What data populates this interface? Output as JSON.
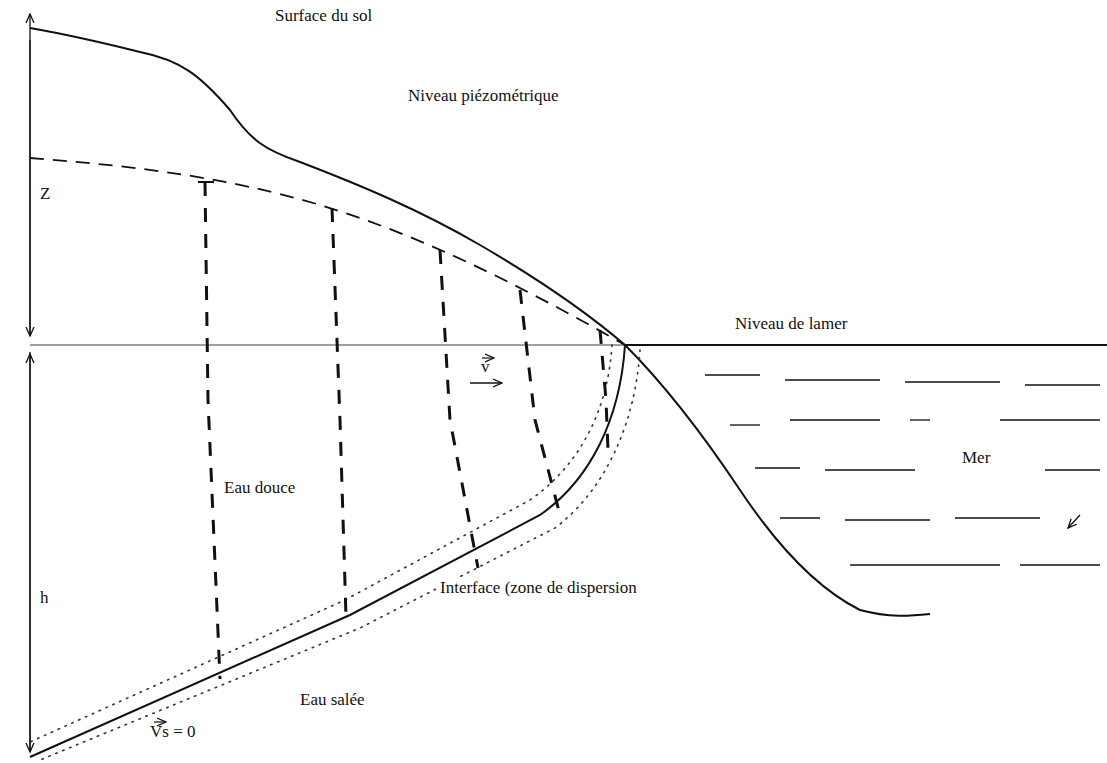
{
  "diagram": {
    "labels": [
      "Surface du sol",
      "Niveau piézométrique",
      "Z",
      "Niveau de lamer",
      "Eau douce",
      "Mer",
      "Interface (zone de dispersion",
      "Eau salée",
      "h",
      "v",
      "Vs = 0"
    ]
  }
}
